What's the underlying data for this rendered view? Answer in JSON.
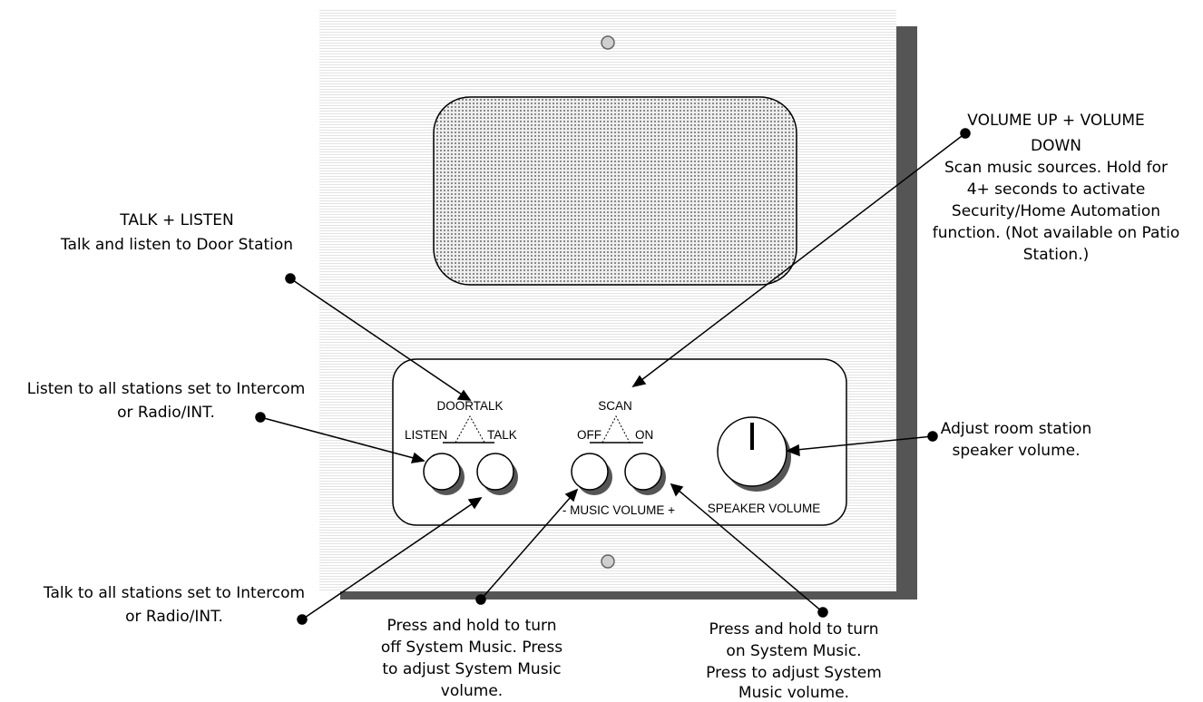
{
  "colors": {
    "ink": "#000000",
    "plate": "#ffffff",
    "plate_lines": "#e3e3e3",
    "shadow": "#555555",
    "grille": "#d8d8d8"
  },
  "panel": {
    "doortalk_label": "DOORTALK",
    "listen_label": "LISTEN",
    "talk_label": "TALK",
    "scan_label": "SCAN",
    "off_label": "OFF",
    "on_label": "ON",
    "music_volume_label": "- MUSIC VOLUME +",
    "speaker_volume_label": "SPEAKER VOLUME"
  },
  "callouts": {
    "talk_listen": {
      "title": "TALK + LISTEN",
      "desc": "Talk and listen to Door Station"
    },
    "volume_up_down": {
      "title_l1": "VOLUME UP + VOLUME",
      "title_l2": "DOWN",
      "l1": "Scan music sources. Hold for",
      "l2": "4+ seconds to activate",
      "l3": "Security/Home Automation",
      "l4": "function. (Not available on Patio",
      "l5": "Station.)"
    },
    "listen_all": {
      "l1": "Listen to all stations set to Intercom",
      "l2": "or Radio/INT."
    },
    "talk_all": {
      "l1": "Talk to all stations set to Intercom",
      "l2": "or Radio/INT."
    },
    "speaker_volume": {
      "l1": "Adjust room station",
      "l2": "speaker volume."
    },
    "music_off": {
      "l1": "Press and hold to turn",
      "l2": "off System Music. Press",
      "l3": "to adjust System Music",
      "l4": "volume."
    },
    "music_on": {
      "l1": "Press and hold to turn",
      "l2": "on System Music.",
      "l3": "Press to adjust System",
      "l4": "Music volume."
    }
  }
}
